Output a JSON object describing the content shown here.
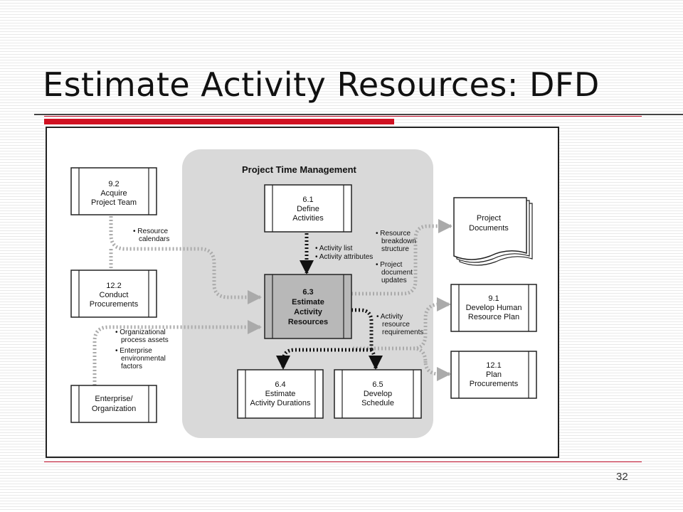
{
  "slide": {
    "title": "Estimate Activity Resources: DFD",
    "page_number": "32"
  },
  "diagram": {
    "group_title": "Project Time Management",
    "processes": {
      "acquire_team": [
        "9.2",
        "Acquire",
        "Project Team"
      ],
      "conduct_procurements": [
        "12.2",
        "Conduct",
        "Procurements"
      ],
      "enterprise": [
        "Enterprise/",
        "Organization"
      ],
      "define_activities": [
        "6.1",
        "Define",
        "Activities"
      ],
      "estimate_resources": [
        "6.3",
        "Estimate",
        "Activity",
        "Resources"
      ],
      "estimate_durations": [
        "6.4",
        "Estimate",
        "Activity Durations"
      ],
      "develop_schedule": [
        "6.5",
        "Develop",
        "Schedule"
      ],
      "project_documents": [
        "Project",
        "Documents"
      ],
      "develop_hr_plan": [
        "9.1",
        "Develop Human",
        "Resource Plan"
      ],
      "plan_procurements": [
        "12.1",
        "Plan",
        "Procurements"
      ]
    },
    "notes": {
      "resource_calendars": [
        "• Resource",
        "calendars"
      ],
      "activity_list": [
        "• Activity list",
        "• Activity attributes"
      ],
      "rbs": [
        "• Resource",
        "breakdown",
        "structure",
        "• Project",
        "document",
        "updates"
      ],
      "activity_resource_requirements": [
        "• Activity",
        "resource",
        "requirements"
      ],
      "org_process": [
        "• Organizational",
        "process assets",
        "• Enterprise",
        "environmental",
        "factors"
      ]
    },
    "colors": {
      "grey_flow": "#aaaaaa",
      "black_flow": "#111111",
      "group_fill": "#d9d9d9",
      "focus_fill": "#b8b8b8"
    }
  }
}
